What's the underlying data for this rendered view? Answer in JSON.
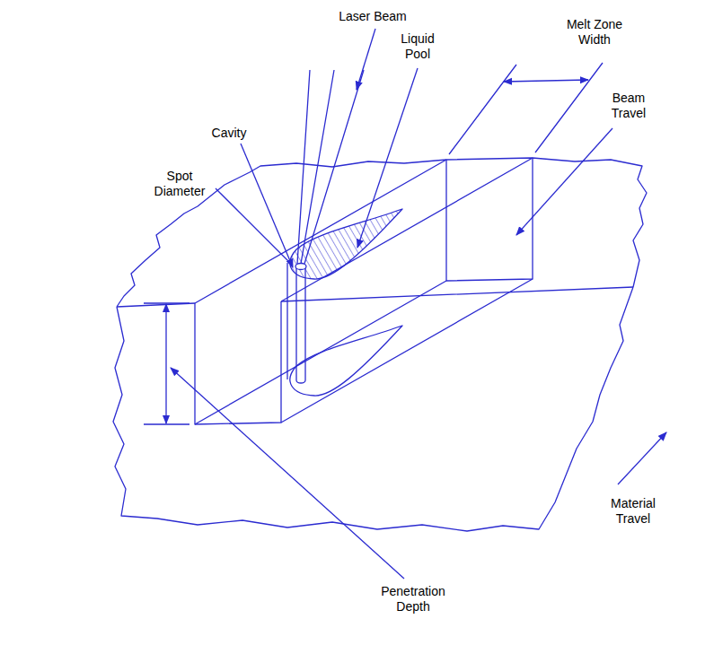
{
  "diagram": {
    "labels": [
      "Laser Beam",
      "Liquid Pool",
      "Melt Zone Width",
      "Beam Travel",
      "Cavity",
      "Spot Diameter",
      "Material Travel",
      "Penetration Depth"
    ]
  }
}
